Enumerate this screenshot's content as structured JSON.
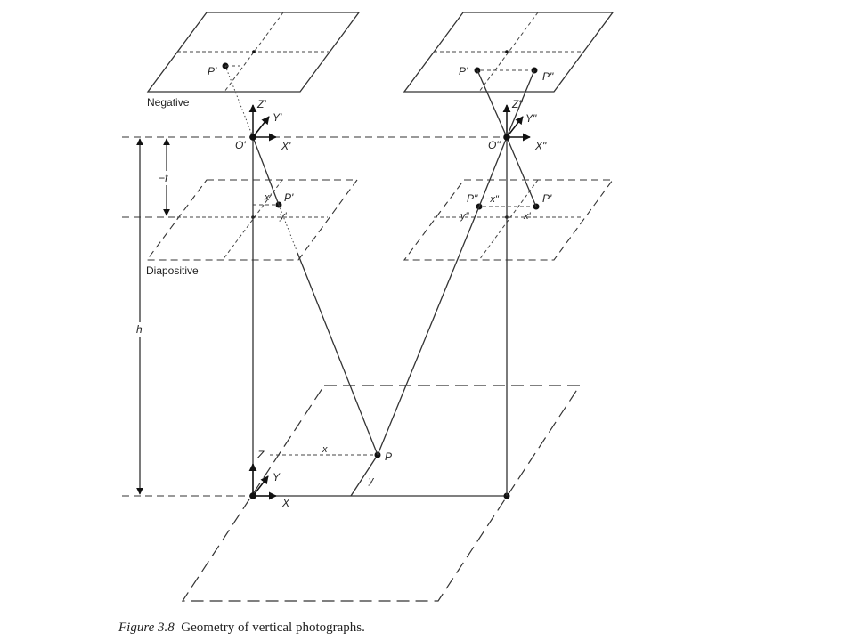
{
  "caption": {
    "figure_number": "Figure 3.8",
    "title": "Geometry of vertical photographs."
  },
  "labels": {
    "negative": "Negative",
    "diapositive": "Diapositive",
    "minus_f": "−f",
    "h": "h",
    "left_P_negative": "P'",
    "right_P_negative_left": "P'",
    "right_P_negative_right": "P\"",
    "left_O": "O'",
    "left_X": "X'",
    "left_Y": "Y'",
    "left_Z": "Z'",
    "right_O": "O\"",
    "right_X": "X\"",
    "right_Y": "Y\"",
    "right_Z": "Z\"",
    "left_x": "x'",
    "left_y": "y'",
    "left_P_diapositive": "P'",
    "right_P_diapositive_left": "P\"",
    "right_minus_x": "−x\"",
    "right_P_diapositive_right": "P'",
    "right_y": "y\"",
    "right_x": "x'",
    "ground_X": "X",
    "ground_Y": "Y",
    "ground_Z": "Z",
    "ground_x": "x",
    "ground_y": "y",
    "ground_P": "P"
  }
}
